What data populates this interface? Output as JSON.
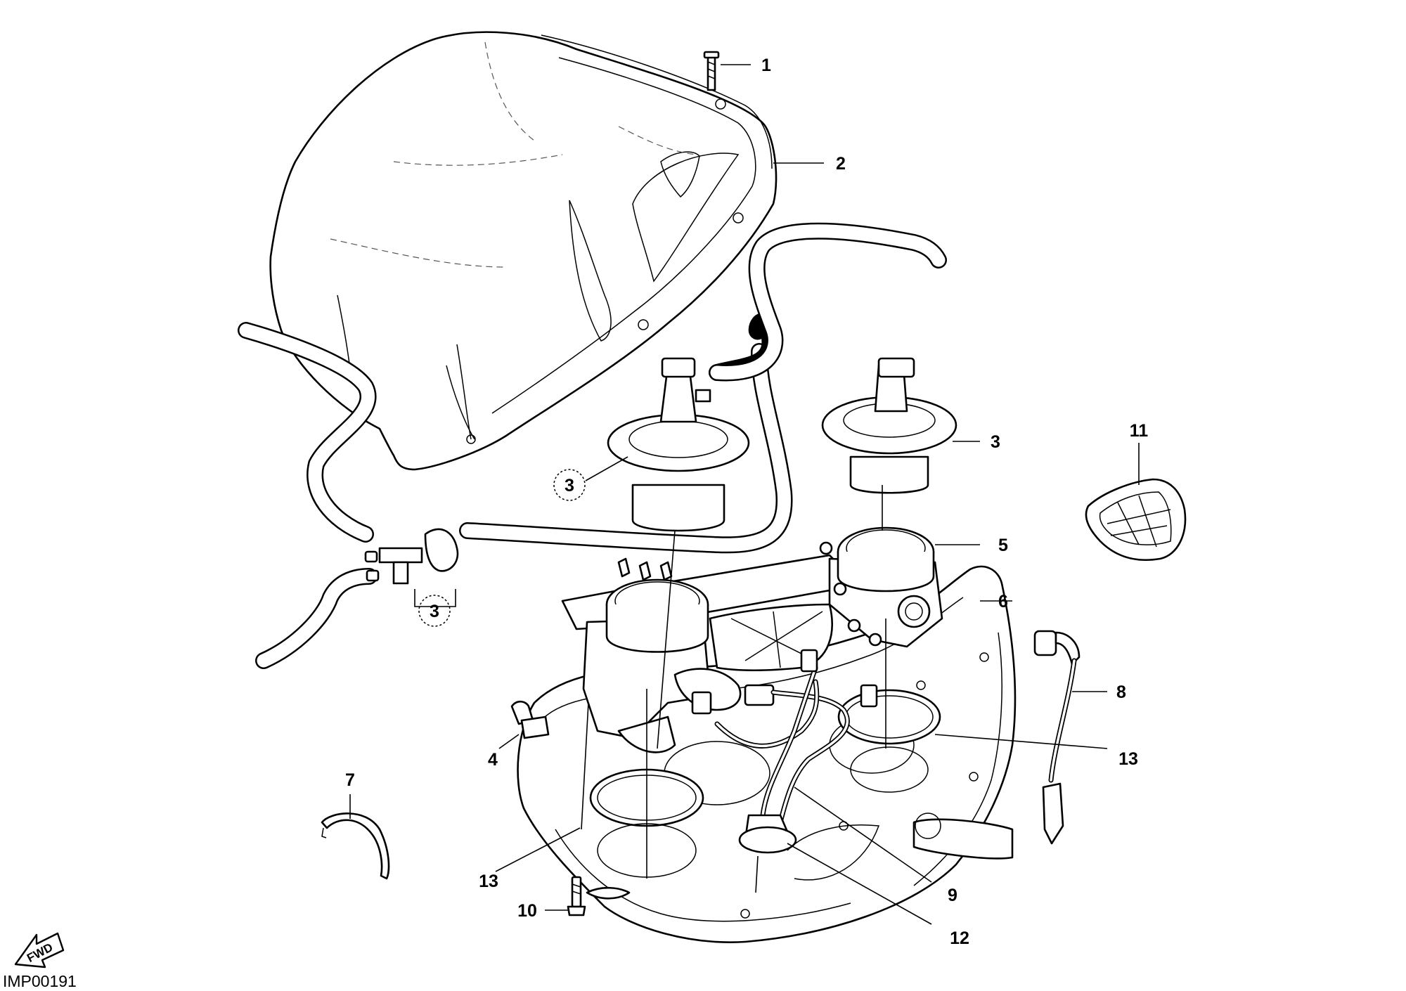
{
  "drawing_id": "IMP00191",
  "direction_label": "FWD",
  "callouts": [
    {
      "id": "c1",
      "label": "1"
    },
    {
      "id": "c2",
      "label": "2"
    },
    {
      "id": "c3a",
      "label": "3"
    },
    {
      "id": "c3b",
      "label": "3"
    },
    {
      "id": "c3c",
      "label": "3"
    },
    {
      "id": "c4",
      "label": "4"
    },
    {
      "id": "c5",
      "label": "5"
    },
    {
      "id": "c6",
      "label": "6"
    },
    {
      "id": "c7",
      "label": "7"
    },
    {
      "id": "c8",
      "label": "8"
    },
    {
      "id": "c9",
      "label": "9"
    },
    {
      "id": "c10",
      "label": "10"
    },
    {
      "id": "c11",
      "label": "11"
    },
    {
      "id": "c12",
      "label": "12"
    },
    {
      "id": "c13a",
      "label": "13"
    },
    {
      "id": "c13b",
      "label": "13"
    }
  ]
}
